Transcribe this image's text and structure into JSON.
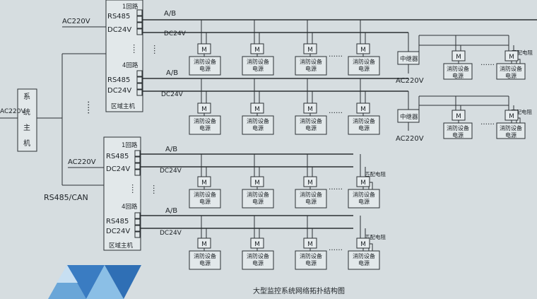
{
  "title": "大型监控系统网络拓扑结构图",
  "system_host": {
    "chars": [
      "系",
      "统",
      "主",
      "机"
    ],
    "input_label": "AC220V"
  },
  "rs485_can_label": "RS485/CAN",
  "region_host_label": "区域主机",
  "region_blocks": [
    {
      "ac_label": "AC220V",
      "loops": [
        {
          "loop_label": "1回路",
          "rs485": "RS485",
          "dc24v": "DC24V",
          "ab": "A/B",
          "dc_line": "DC24V"
        },
        {
          "loop_label": "4回路",
          "rs485": "RS485",
          "dc24v": "DC24V",
          "ab": "A/B",
          "dc_line": "DC24V"
        }
      ]
    },
    {
      "ac_label": "AC220V",
      "loops": [
        {
          "loop_label": "1回路",
          "rs485": "RS485",
          "dc24v": "DC24V",
          "ab": "A/B",
          "dc_line": "DC24V"
        },
        {
          "loop_label": "4回路",
          "rs485": "RS485",
          "dc24v": "DC24V",
          "ab": "A/B",
          "dc_line": "DC24V"
        }
      ]
    }
  ],
  "device": {
    "module": "M",
    "line1": "消防设备",
    "line2": "电源"
  },
  "repeater": {
    "label": "中继器",
    "ac_label": "AC220V"
  },
  "terminator_label": "匹配电阻",
  "ellipsis": "……"
}
